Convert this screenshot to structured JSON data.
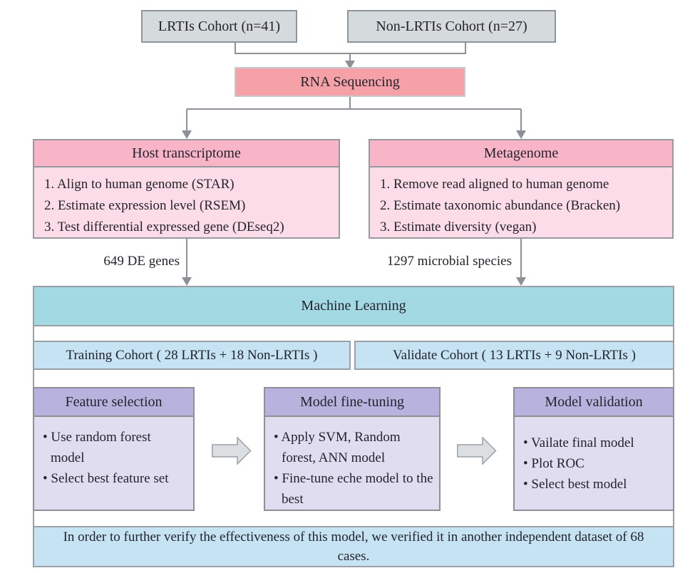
{
  "top": {
    "lrtis_cohort": "LRTIs Cohort (n=41)",
    "non_lrtis_cohort": "Non-LRTIs Cohort (n=27)",
    "rna_sequencing": "RNA Sequencing"
  },
  "host_transcriptome": {
    "title": "Host transcriptome",
    "steps": [
      "1. Align to human genome (STAR)",
      "2. Estimate expression level (RSEM)",
      "3. Test differential expressed gene (DEseq2)"
    ]
  },
  "metagenome": {
    "title": "Metagenome",
    "steps": [
      "1. Remove read aligned to human genome",
      "2. Estimate taxonomic abundance (Bracken)",
      "3. Estimate diversity (vegan)"
    ]
  },
  "flow_labels": {
    "de_genes": "649 DE genes",
    "microbial_species": "1297 microbial species"
  },
  "machine_learning": {
    "title": "Machine Learning",
    "training_cohort": "Training Cohort ( 28 LRTIs + 18 Non-LRTIs )",
    "validate_cohort": "Validate Cohort ( 13 LRTIs + 9 Non-LRTIs )",
    "stages": [
      {
        "title": "Feature selection",
        "bullets": [
          "• Use random forest model",
          "• Select best feature set"
        ]
      },
      {
        "title": "Model fine-tuning",
        "bullets": [
          "• Apply SVM, Random forest, ANN model",
          "• Fine-tune eche model to the best"
        ]
      },
      {
        "title": "Model validation",
        "bullets": [
          "• Vailate final model",
          "• Plot ROC",
          "• Select best model"
        ]
      }
    ],
    "footer": "In order to further verify the effectiveness of this model, we verified it in another independent dataset of 68 cases."
  },
  "colors": {
    "gray_fill": "#d5dadd",
    "salmon_fill": "#f5a1a7",
    "pink_header": "#f9b5c8",
    "pink_body": "#fcdce6",
    "teal_fill": "#a3d9e3",
    "blue_fill": "#c5e3f2",
    "purple_header": "#b8b3de",
    "purple_body": "#e1ddf0",
    "line": "#8b9197"
  }
}
